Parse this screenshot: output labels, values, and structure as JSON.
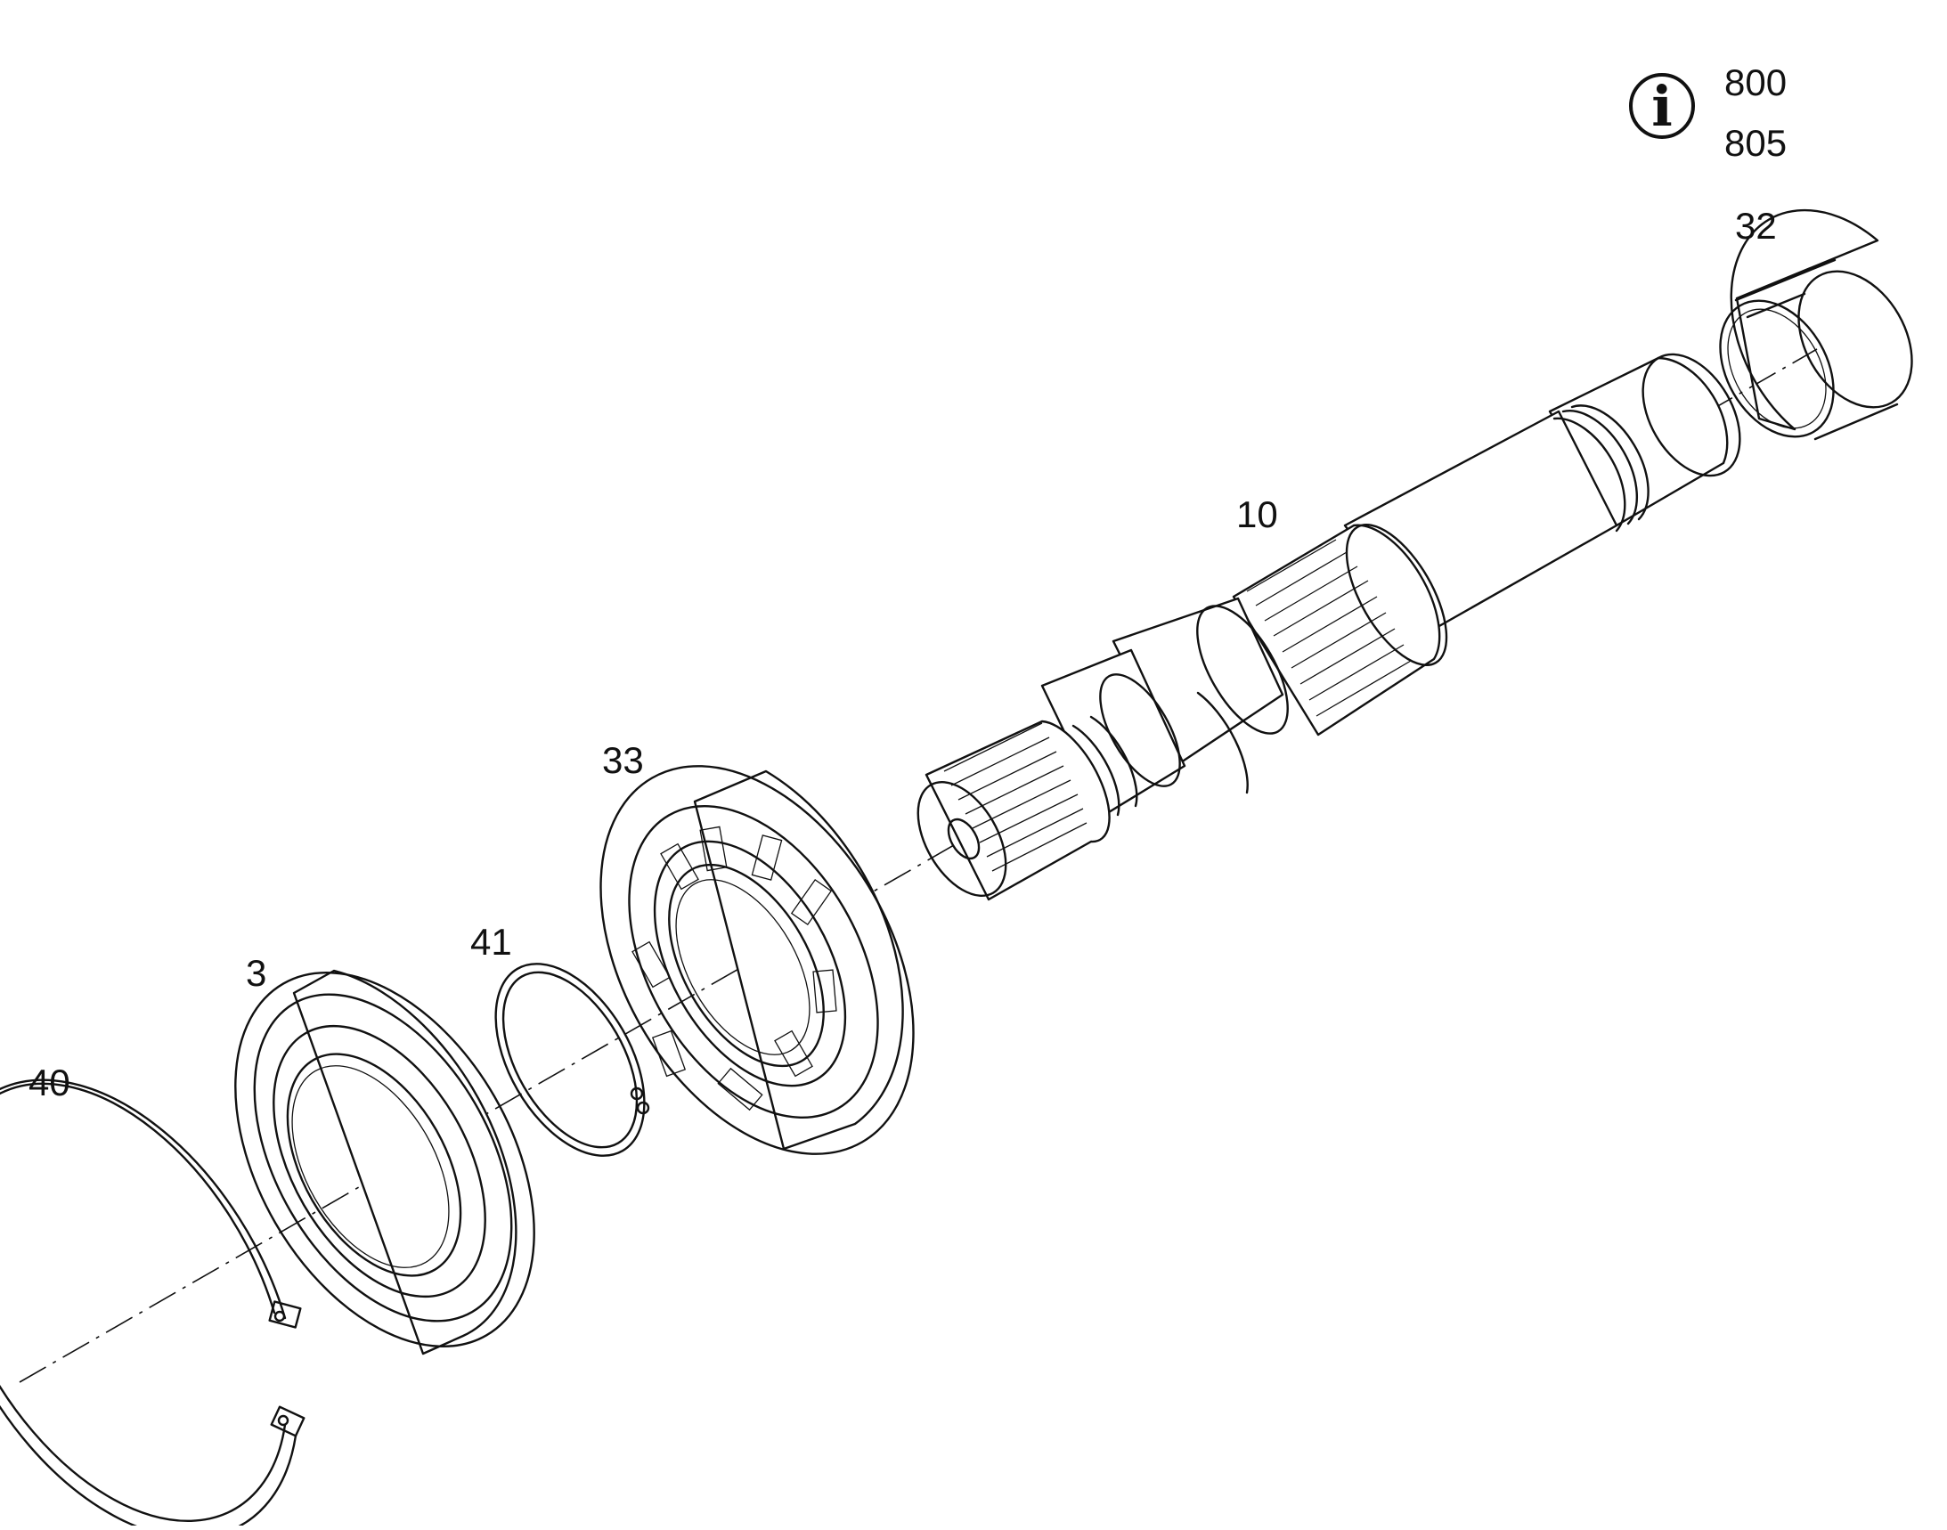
{
  "info": {
    "icon": "info-icon",
    "glyph": "i",
    "references": [
      "800",
      "805"
    ]
  },
  "callouts": {
    "c40": "40",
    "c3": "3",
    "c41": "41",
    "c33": "33",
    "c10": "10",
    "c32": "32"
  },
  "colors": {
    "line": "#111111",
    "background": "#ffffff"
  }
}
